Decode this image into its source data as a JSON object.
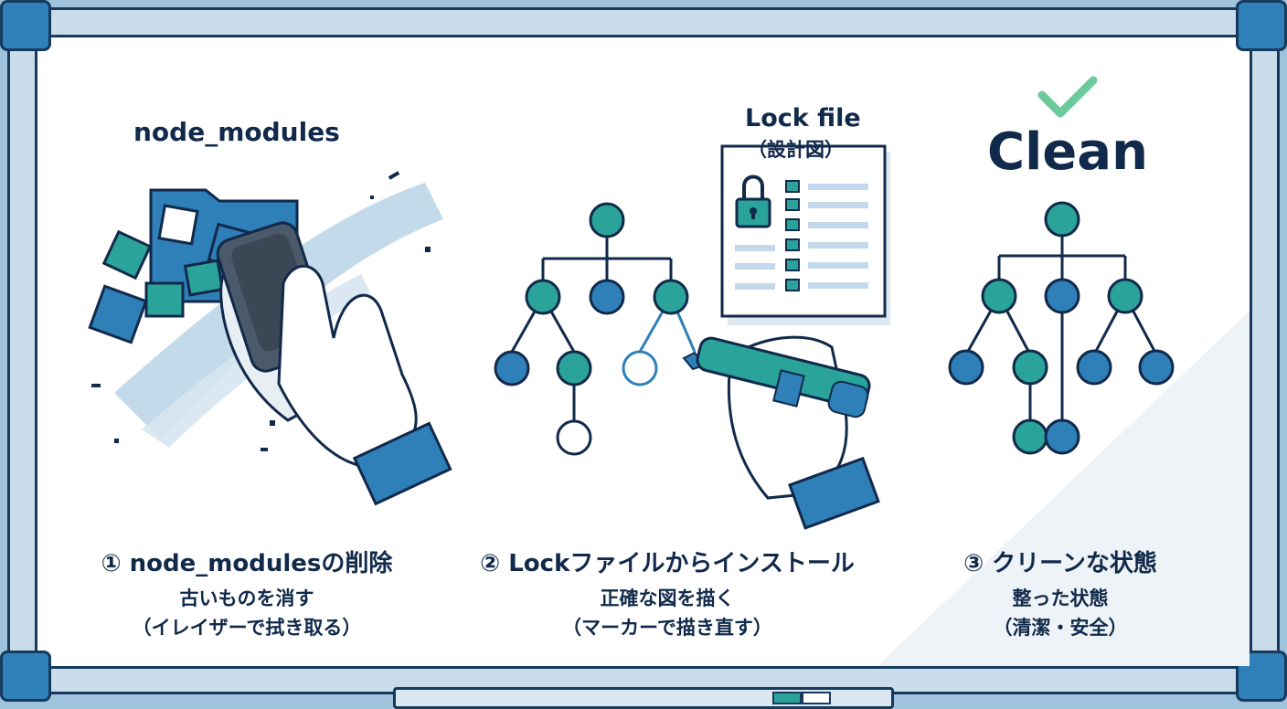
{
  "panel1": {
    "label": "node_modules",
    "caption_title": "① node_modulesの削除",
    "caption_line1": "古いものを消す",
    "caption_line2": "（イレイザーで拭き取る）"
  },
  "panel2": {
    "lockfile_title": "Lock file",
    "lockfile_subtitle": "（設計図）",
    "caption_title": "② Lockファイルからインストール",
    "caption_line1": "正確な図を描く",
    "caption_line2": "（マーカーで描き直す）"
  },
  "panel3": {
    "heading": "Clean",
    "caption_title": "③ クリーンな状態",
    "caption_line1": "整った状態",
    "caption_line2": "（清潔・安全）"
  },
  "colors": {
    "navy": "#11294a",
    "teal": "#2aa39a",
    "blue": "#2f7fb8",
    "light_blue": "#b8d4e8",
    "green_check": "#6cc99a"
  }
}
